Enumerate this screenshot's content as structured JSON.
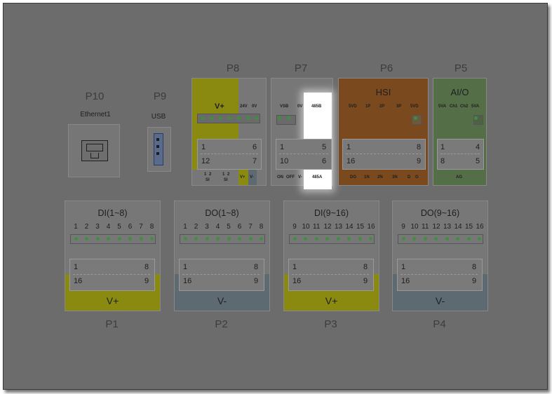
{
  "top": {
    "p10": {
      "label": "P10",
      "sub": "Ethernet1"
    },
    "p9": {
      "label": "P9",
      "sub": "USB"
    },
    "p8": {
      "label": "P8",
      "vplus": "V+",
      "hdr": [
        "24V",
        "0V"
      ],
      "pins": [
        "1",
        "6",
        "12",
        "7"
      ],
      "foot": [
        "1",
        "2",
        "1",
        "2",
        "V+",
        "V-"
      ],
      "foot2": [
        "SI",
        "SI"
      ]
    },
    "p7": {
      "label": "P7",
      "hdr": [
        "VSB",
        "0V",
        "485B"
      ],
      "pins": [
        "1",
        "5",
        "10",
        "6"
      ],
      "foot": [
        "ON",
        "OFF",
        "V-",
        "485A"
      ]
    },
    "p6": {
      "label": "P6",
      "title": "HSI",
      "hdr": [
        "5VD",
        "1P",
        "2P",
        "3P",
        "5VD"
      ],
      "pins": [
        "1",
        "8",
        "16",
        "9"
      ],
      "foot": [
        "DG",
        "1N",
        "2N",
        "3N",
        "D",
        "G"
      ]
    },
    "p5": {
      "label": "P5",
      "title": "AI/O",
      "hdr": [
        "5VA",
        "Ch1",
        "Ch2",
        "5VA"
      ],
      "pins": [
        "1",
        "4",
        "8",
        "5"
      ],
      "foot": [
        "AG"
      ]
    }
  },
  "bottom": [
    {
      "label": "P1",
      "title": "DI(1~8)",
      "nums": [
        "1",
        "2",
        "3",
        "4",
        "5",
        "6",
        "7",
        "8"
      ],
      "pins": [
        "1",
        "8",
        "16",
        "9"
      ],
      "foot": "V+"
    },
    {
      "label": "P2",
      "title": "DO(1~8)",
      "nums": [
        "1",
        "2",
        "3",
        "4",
        "5",
        "6",
        "7",
        "8"
      ],
      "pins": [
        "1",
        "8",
        "16",
        "9"
      ],
      "foot": "V-"
    },
    {
      "label": "P3",
      "title": "DI(9~16)",
      "nums": [
        "9",
        "10",
        "11",
        "12",
        "13",
        "14",
        "15",
        "16"
      ],
      "pins": [
        "1",
        "8",
        "16",
        "9"
      ],
      "foot": "V+"
    },
    {
      "label": "P4",
      "title": "DO(9~16)",
      "nums": [
        "9",
        "10",
        "11",
        "12",
        "13",
        "14",
        "15",
        "16"
      ],
      "pins": [
        "1",
        "8",
        "16",
        "9"
      ],
      "foot": "V-"
    }
  ],
  "colors": {
    "yellow": "#8a8a10",
    "orange": "#7a4a1e",
    "green": "#546e48",
    "bluegrey": "#5e6a72",
    "highlight": "#ffffff"
  }
}
